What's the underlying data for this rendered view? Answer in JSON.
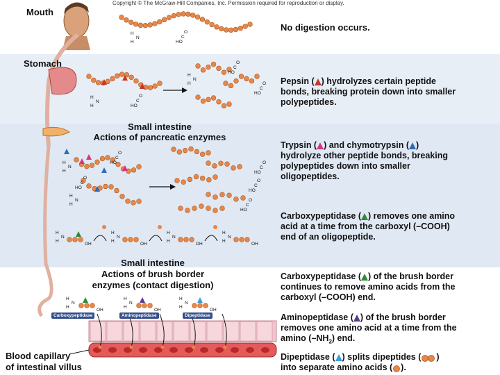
{
  "copyright": "Copyright © The McGraw-Hill Companies, Inc. Permission required for reproduction or display.",
  "sections": {
    "mouth": "Mouth",
    "stomach": "Stomach",
    "small_intestine_1": "Small intestine",
    "pancreatic": "Actions of pancreatic enzymes",
    "small_intestine_2": "Small intestine",
    "brush_border_1": "Actions of brush border",
    "brush_border_2": "enzymes (contact digestion)",
    "blood_1": "Blood capillary",
    "blood_2": "of intestinal villus"
  },
  "descriptions": {
    "mouth": "No digestion occurs.",
    "pepsin": [
      "Pepsin (",
      ") hydrolyzes certain peptide",
      "bonds, breaking protein down into smaller",
      "polypeptides."
    ],
    "trypsin": [
      "Trypsin (",
      ") and chymotrypsin (",
      ")",
      "hydrolyze other peptide bonds, breaking",
      "polypeptides down into smaller",
      "oligopeptides."
    ],
    "carboxy1": [
      "Carboxypeptidase (",
      ") removes one amino",
      "acid at a time from the carboxyl (–COOH)",
      "end of an oligopeptide."
    ],
    "carboxy2": [
      "Carboxypeptidase (",
      ") of the brush border",
      "continues to remove amino acids from the",
      "carboxyl (–COOH) end."
    ],
    "amino": [
      "Aminopeptidase (",
      ") of the brush border",
      "removes one amino acid at a time from the",
      "amino (–NH",
      "2",
      ") end."
    ],
    "dipep": [
      "Dipeptidase (",
      ") splits dipeptides (",
      ")",
      "into separate amino acids (",
      ")."
    ]
  },
  "enzyme_labels": [
    "Carboxypeptidase",
    "Aminopeptidase",
    "Dipeptidase"
  ],
  "colors": {
    "pepsin": "#c0392b",
    "trypsin": "#d63384",
    "chymotrypsin": "#2e6db4",
    "carboxypeptidase": "#2e8b3a",
    "aminopeptidase": "#5b3a8c",
    "dipeptidase": "#3aa0d8",
    "amino_acid": "#e8874a"
  },
  "chem": {
    "h": "H",
    "n": "N",
    "ho": "HO",
    "oh": "OH",
    "c": "C",
    "o": "O"
  }
}
